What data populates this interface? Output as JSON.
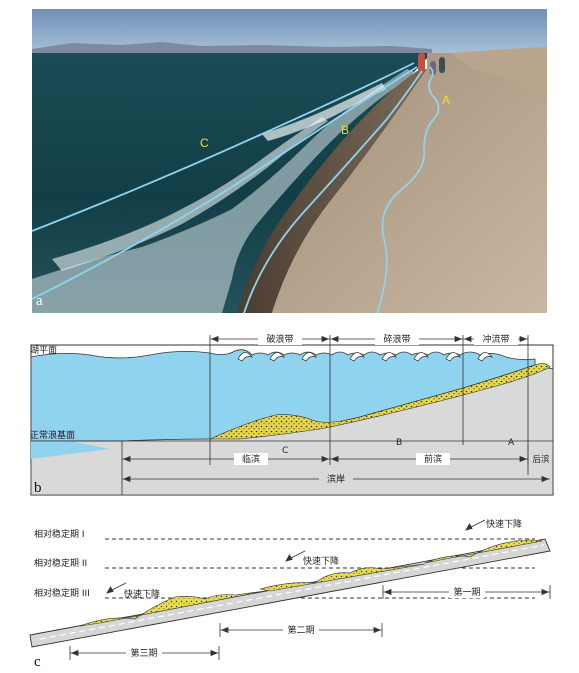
{
  "panels": {
    "a": {
      "letter": "a",
      "line_labels": {
        "A": "A",
        "B": "B",
        "C": "C"
      },
      "colors": {
        "line": "#8fd3ee",
        "label": "#f0e11b"
      }
    },
    "b": {
      "letter": "b",
      "top_zones": {
        "breaker": "破浪带",
        "surf": "碎浪带",
        "swash": "冲流带"
      },
      "side_labels": {
        "lake_level": "湖平面",
        "wave_base": "正常浪基面"
      },
      "sections": {
        "C": "C",
        "B": "B",
        "A": "A"
      },
      "bottom_zones": {
        "nearshore": "临滨",
        "foreshore": "前滨",
        "backshore": "后滨",
        "shore": "滨岸"
      },
      "colors": {
        "water": "#8fd3ee",
        "ground": "#d9d9d9",
        "sand": "#e6d84a"
      }
    },
    "c": {
      "letter": "c",
      "levels": {
        "I": "相对稳定期 I",
        "II": "相对稳定期 II",
        "III": "相对稳定期 III"
      },
      "descents": [
        "快速下降",
        "快速下降",
        "快速下降"
      ],
      "phases": {
        "first": "第一期",
        "second": "第二期",
        "third": "第三期"
      },
      "colors": {
        "sand": "#e9dc4f",
        "ramp": "#d6d6d6"
      }
    }
  }
}
